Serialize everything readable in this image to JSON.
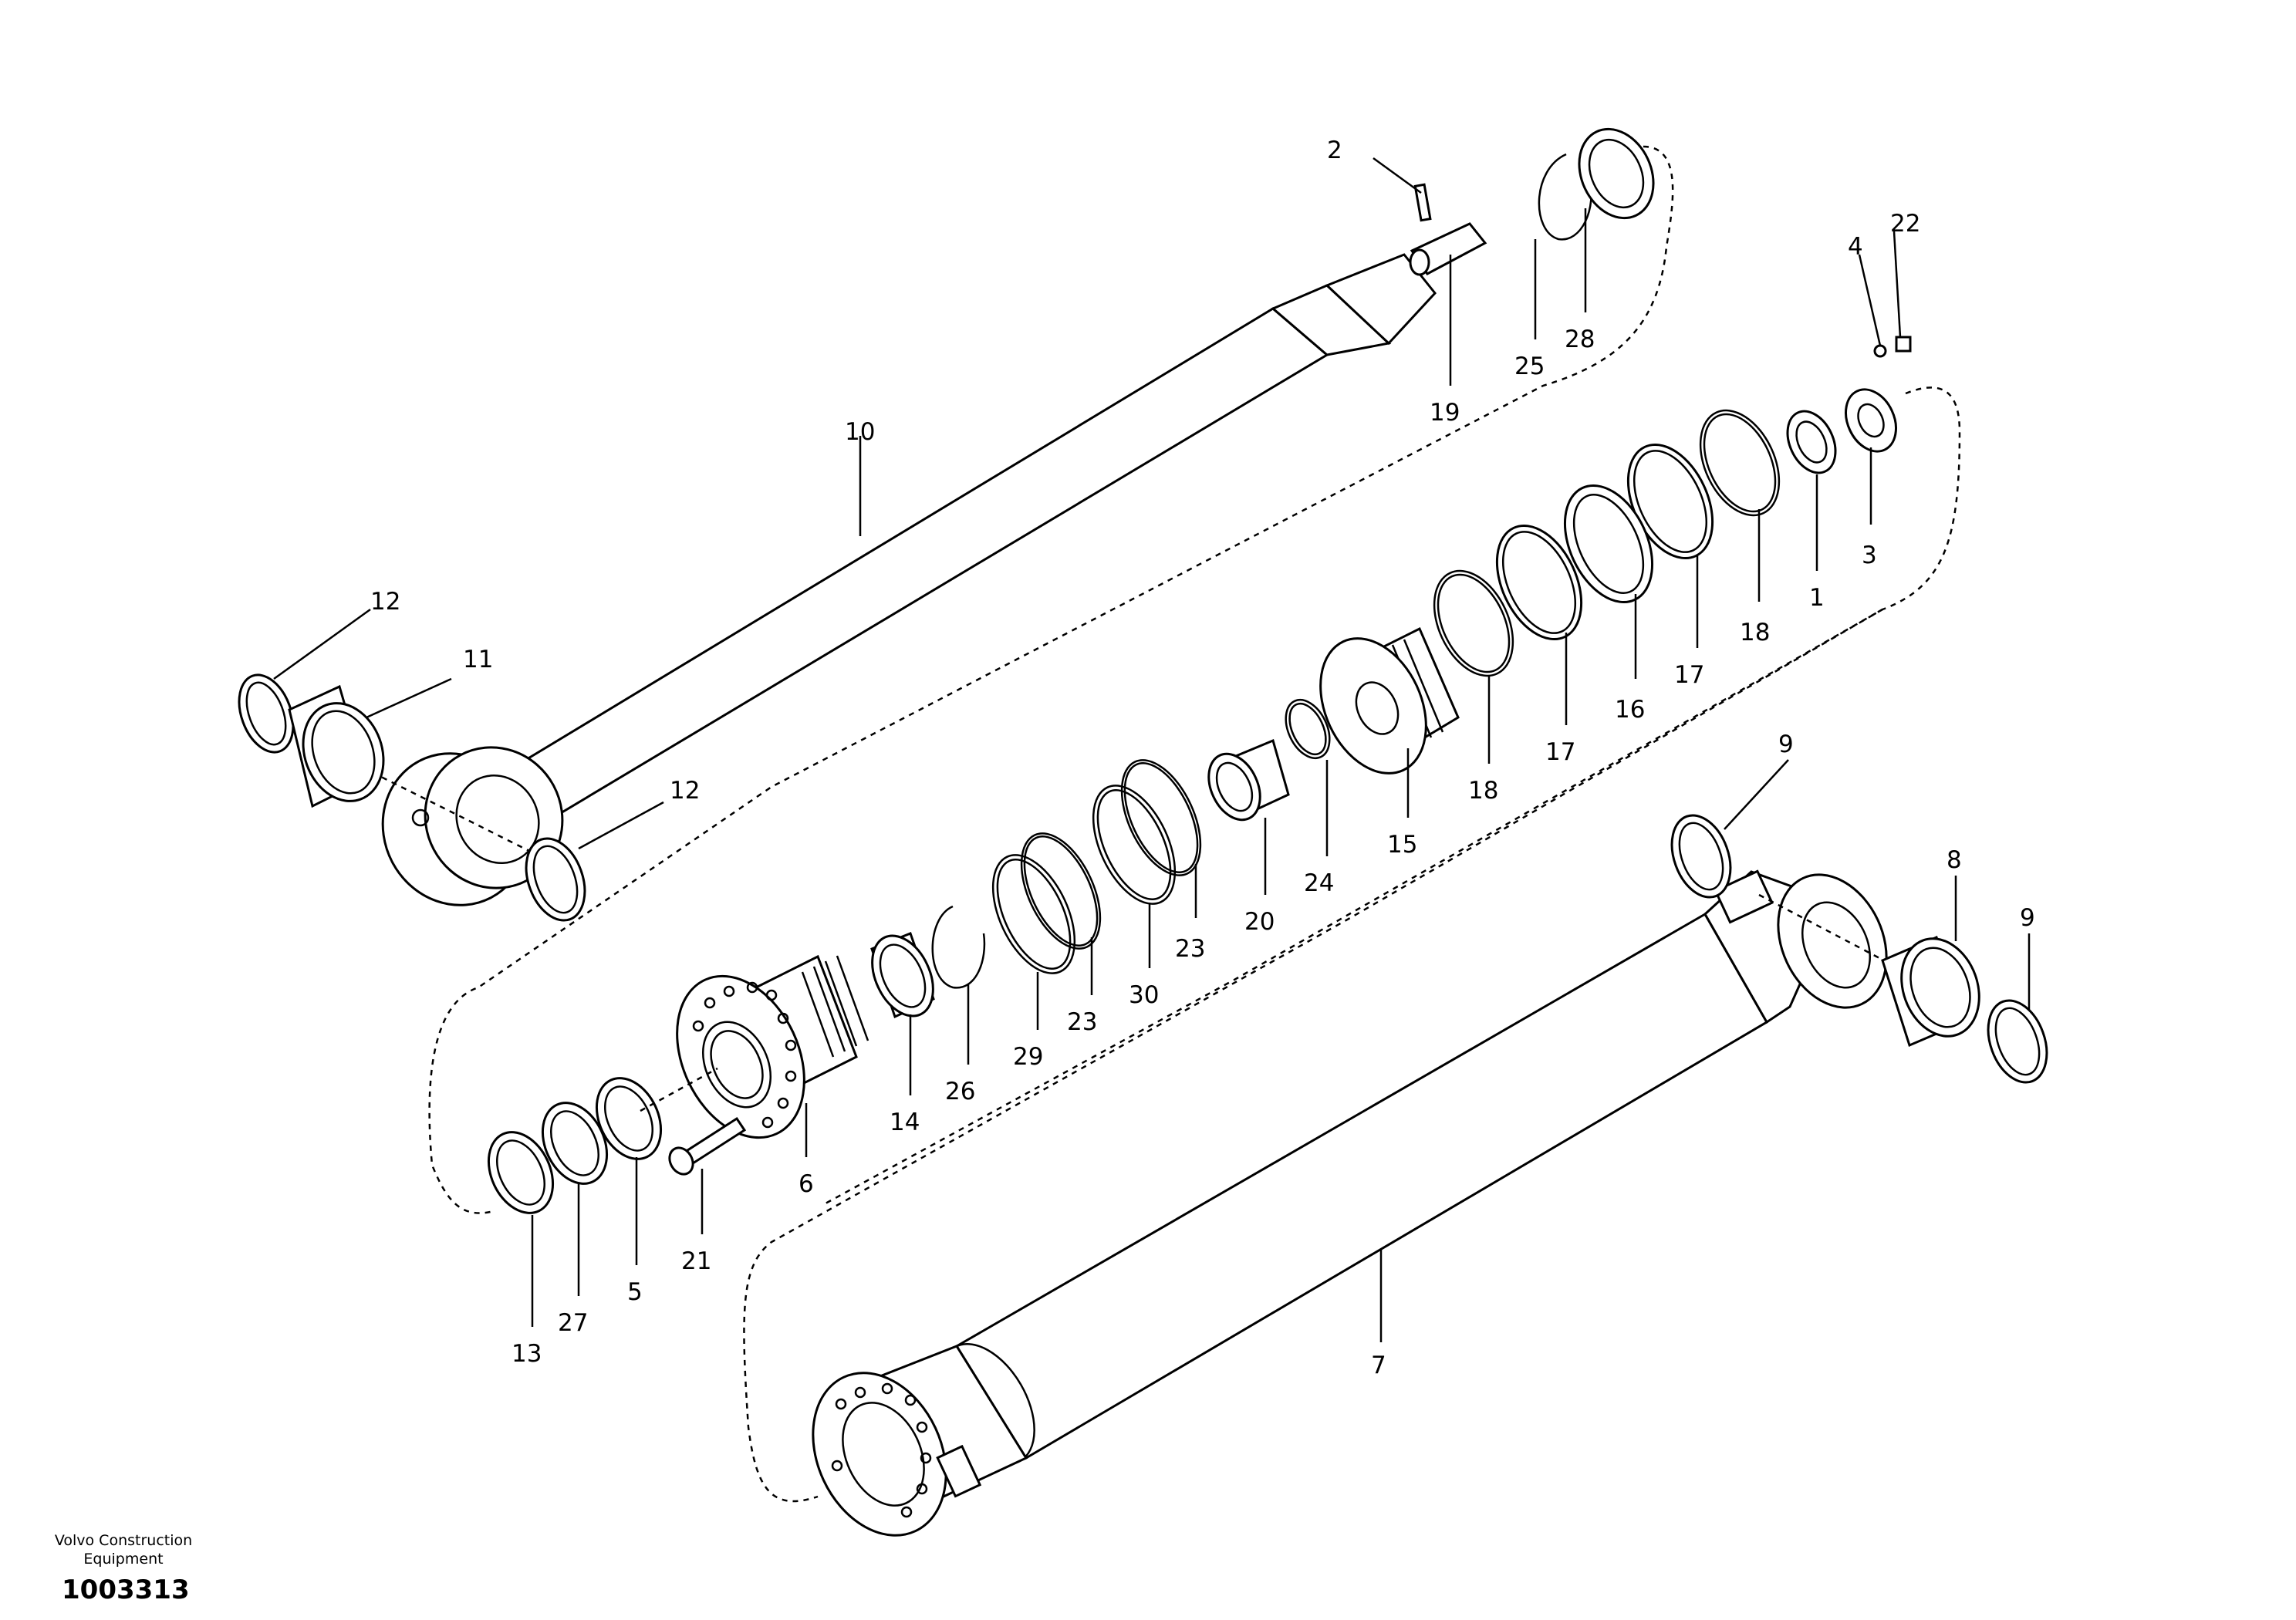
{
  "parts": {
    "p1": "1",
    "p2": "2",
    "p3": "3",
    "p4": "4",
    "p5": "5",
    "p6": "6",
    "p7": "7",
    "p8": "8",
    "p9": "9",
    "p10": "10",
    "p11": "11",
    "p12": "12",
    "p13": "13",
    "p14": "14",
    "p15": "15",
    "p16": "16",
    "p17": "17",
    "p18": "18",
    "p19": "19",
    "p20": "20",
    "p21": "21",
    "p22": "22",
    "p23": "23",
    "p24": "24",
    "p25": "25",
    "p26": "26",
    "p27": "27",
    "p28": "28",
    "p29": "29",
    "p30": "30"
  },
  "footer": {
    "company": "Volvo Construction",
    "company_line2": "Equipment",
    "drawing_number": "1003313"
  }
}
